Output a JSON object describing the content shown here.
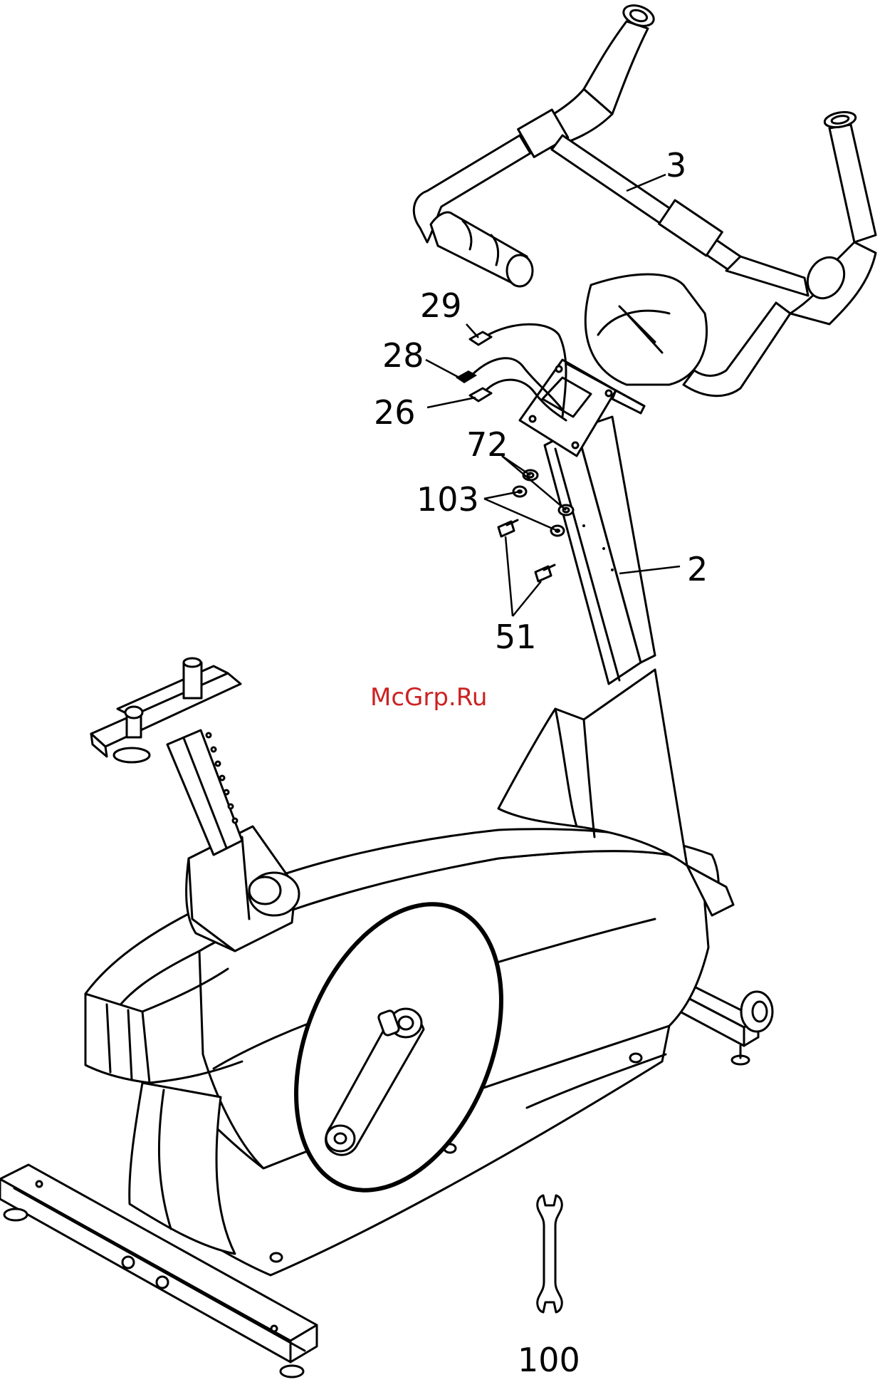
{
  "watermark": "McGrp.Ru",
  "labels": {
    "p3": "3",
    "p29": "29",
    "p28": "28",
    "p26": "26",
    "p72": "72",
    "p103": "103",
    "p2": "2",
    "p51": "51",
    "p100": "100"
  },
  "colors": {
    "line": "#000000",
    "background": "#ffffff",
    "watermark": "#cc2222"
  }
}
